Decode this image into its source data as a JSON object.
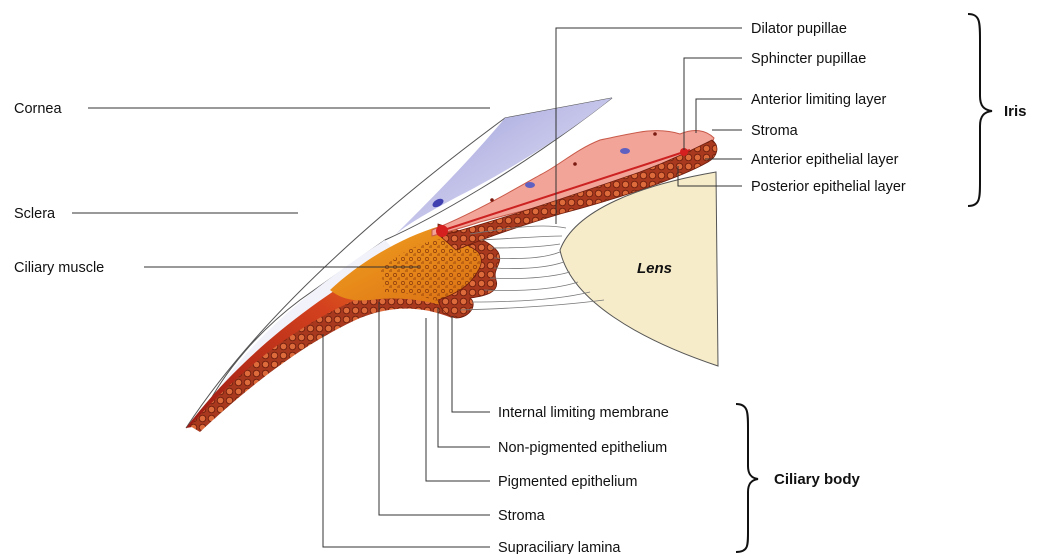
{
  "labels": {
    "cornea": "Cornea",
    "sclera": "Sclera",
    "ciliary_muscle": "Ciliary muscle",
    "lens": "Lens",
    "dilator_pupillae": "Dilator pupillae",
    "sphincter_pupillae": "Sphincter pupillae",
    "anterior_limiting_layer": "Anterior limiting layer",
    "iris_stroma": "Stroma",
    "anterior_epithelial_layer": "Anterior epithelial layer",
    "posterior_epithelial_layer": "Posterior epithelial layer",
    "internal_limiting_membrane": "Internal limiting membrane",
    "non_pigmented_epithelium": "Non-pigmented epithelium",
    "pigmented_epithelium": "Pigmented epithelium",
    "ciliary_stroma": "Stroma",
    "supraciliary_lamina": "Supraciliary lamina"
  },
  "groups": {
    "iris": "Iris",
    "ciliary_body": "Ciliary body"
  },
  "colors": {
    "cornea": "#8f8fcf",
    "sclera": "#ffffff",
    "lens": "#f7ecc9",
    "iris_stroma": "#f4a79a",
    "muscle": "#e08a1a",
    "pigment": "#c24a2a",
    "vascular": "#cc2222"
  }
}
